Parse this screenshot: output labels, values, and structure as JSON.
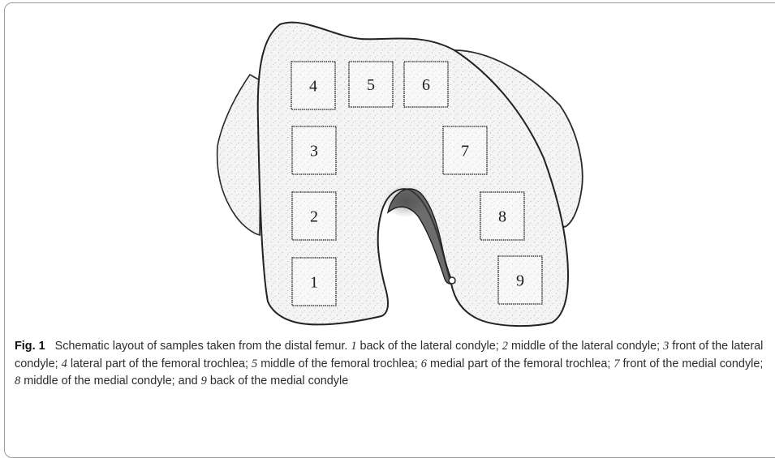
{
  "figure": {
    "sample_regions": [
      {
        "number": "1",
        "description": "back of the lateral condyle"
      },
      {
        "number": "2",
        "description": "middle of the lateral condyle"
      },
      {
        "number": "3",
        "description": "front of the lateral condyle"
      },
      {
        "number": "4",
        "description": "lateral part of the femoral trochlea"
      },
      {
        "number": "5",
        "description": "middle of the femoral trochlea"
      },
      {
        "number": "6",
        "description": "medial part of the femoral trochlea"
      },
      {
        "number": "7",
        "description": "front of the medial condyle"
      },
      {
        "number": "8",
        "description": "middle of the medial condyle"
      },
      {
        "number": "9",
        "description": "back of the medial condyle"
      }
    ]
  },
  "caption": {
    "label": "Fig. 1",
    "lead": "Schematic layout of samples taken from the distal femur.",
    "items": [
      {
        "num": "1",
        "text": "back of the lateral condyle;"
      },
      {
        "num": "2",
        "text": "middle of the lateral condyle;"
      },
      {
        "num": "3",
        "text": "front of the lateral condyle;"
      },
      {
        "num": "4",
        "text": "lateral part of the femoral trochlea;"
      },
      {
        "num": "5",
        "text": "middle of the femoral trochlea;"
      },
      {
        "num": "6",
        "text": "medial part of the femoral trochlea;"
      },
      {
        "num": "7",
        "text": "front of the medial condyle;"
      },
      {
        "num": "8",
        "text": "middle of the medial condyle;"
      },
      {
        "num": "9",
        "text": "back of the medial condyle"
      }
    ],
    "conjunction": "and"
  }
}
